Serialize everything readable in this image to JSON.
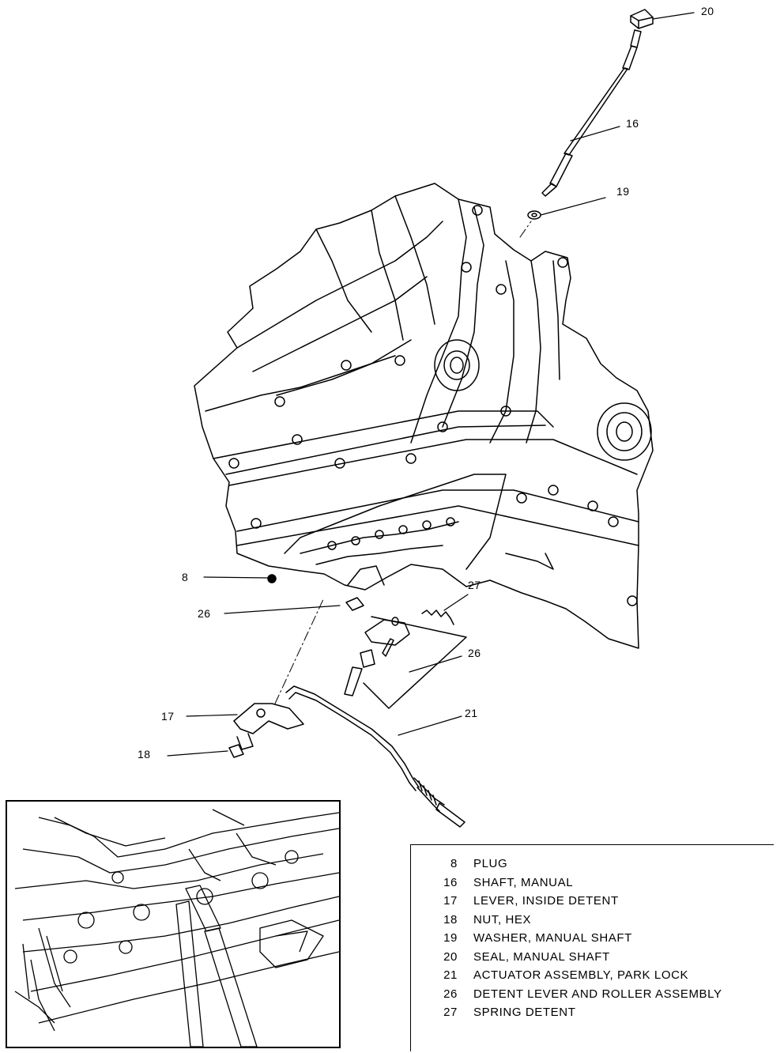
{
  "callouts": {
    "c20": "20",
    "c16": "16",
    "c19": "19",
    "c8": "8",
    "c27": "27",
    "c26_left": "26",
    "c26_right": "26",
    "c17": "17",
    "c21": "21",
    "c18": "18"
  },
  "legend": {
    "items": [
      {
        "num": "8",
        "text": "PLUG"
      },
      {
        "num": "16",
        "text": "SHAFT, MANUAL"
      },
      {
        "num": "17",
        "text": "LEVER, INSIDE DETENT"
      },
      {
        "num": "18",
        "text": "NUT, HEX"
      },
      {
        "num": "19",
        "text": "WASHER, MANUAL SHAFT"
      },
      {
        "num": "20",
        "text": "SEAL, MANUAL SHAFT"
      },
      {
        "num": "21",
        "text": "ACTUATOR ASSEMBLY, PARK LOCK"
      },
      {
        "num": "26",
        "text": "DETENT LEVER AND ROLLER ASSEMBLY"
      },
      {
        "num": "27",
        "text": "SPRING DETENT"
      }
    ]
  },
  "colors": {
    "ink": "#000000",
    "paper": "#ffffff"
  }
}
